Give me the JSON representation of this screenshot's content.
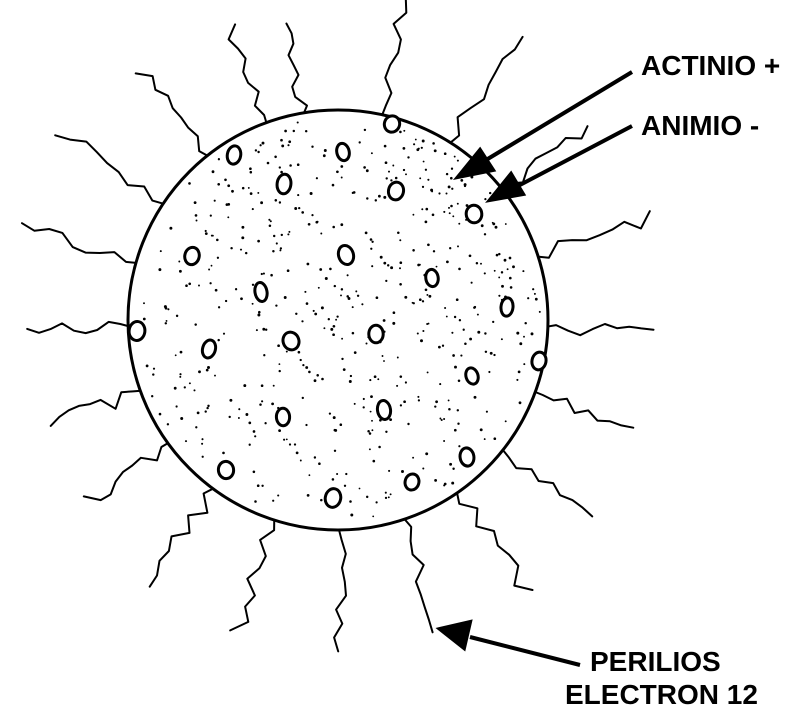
{
  "labels": {
    "actinio": "ACTINIO +",
    "animio": "ANIMIO -",
    "perilios": "PERILIOS",
    "electron": "ELECTRON 12"
  },
  "colors": {
    "ink": "#000000",
    "paper": "#ffffff"
  }
}
